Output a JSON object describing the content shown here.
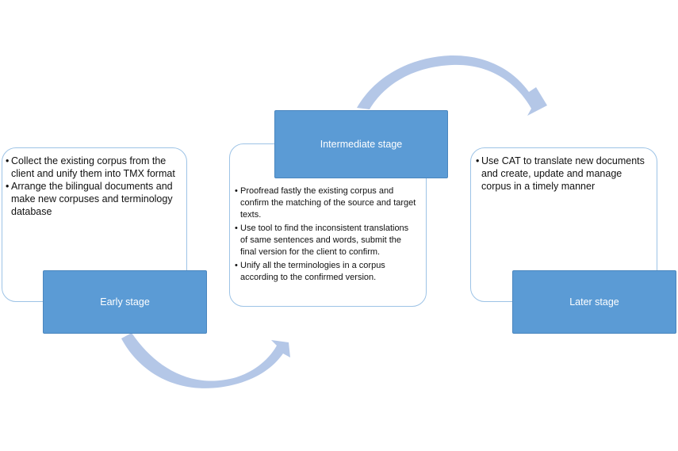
{
  "stages": {
    "early": {
      "label": "Early stage",
      "items": [
        "Collect the existing corpus from the client and unify them into TMX format",
        "Arrange the bilingual documents and make new corpuses and terminology database"
      ]
    },
    "intermediate": {
      "label": "Intermediate stage",
      "items": [
        "Proofread fastly the existing corpus and confirm the matching of the source and target texts.",
        "Use tool to find the inconsistent translations of same sentences and words, submit the final version for the client to confirm.",
        "Unify all the terminologies in a corpus according to the confirmed version."
      ]
    },
    "later": {
      "label": "Later stage",
      "items": [
        "Use CAT to translate new documents and create, update and manage corpus in a timely manner"
      ]
    }
  },
  "colors": {
    "label_fill": "#5b9bd5",
    "box_border": "#9dc3e6",
    "arrow": "#b4c7e7"
  }
}
